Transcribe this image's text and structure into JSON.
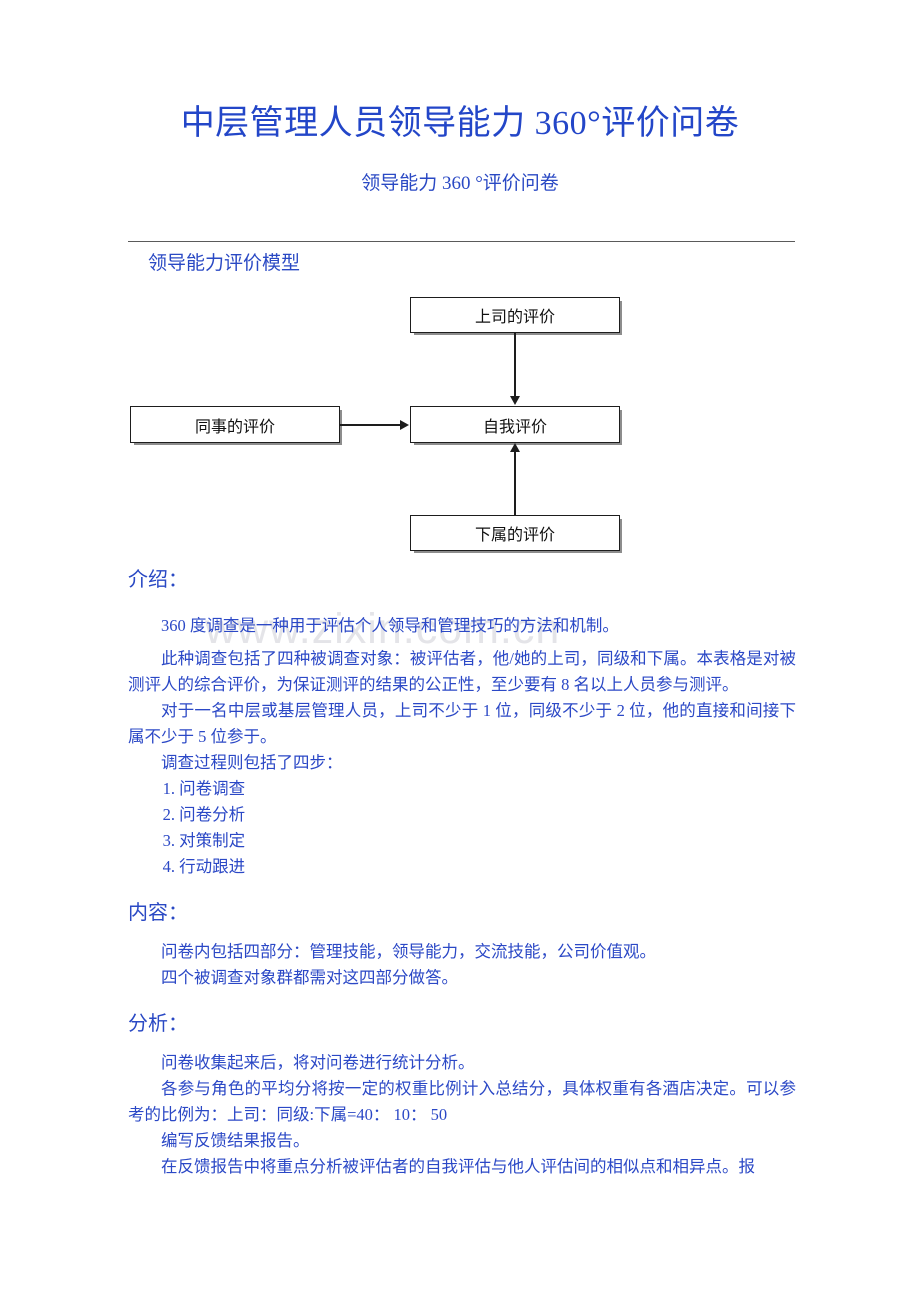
{
  "document": {
    "title": "中层管理人员领导能力 360°评价问卷",
    "subtitle": "领导能力 360 °评价问卷",
    "watermark": "www.zixin.com.cn"
  },
  "colors": {
    "heading_blue": "#2346c8",
    "body_blue": "#2b48c6",
    "node_border": "#1d1d1d",
    "node_shadow": "#8d8d8d",
    "rule": "#5a5a5a",
    "watermark": "#e4e4e8"
  },
  "model_section": {
    "heading": "领导能力评价模型",
    "diagram": {
      "nodes": [
        {
          "id": "boss",
          "label": "上司的评价",
          "position": "top"
        },
        {
          "id": "peer",
          "label": "同事的评价",
          "position": "left"
        },
        {
          "id": "self",
          "label": "自我评价",
          "position": "center"
        },
        {
          "id": "sub",
          "label": "下属的评价",
          "position": "bottom"
        }
      ],
      "edges": [
        {
          "from": "boss",
          "to": "self",
          "direction": "down"
        },
        {
          "from": "peer",
          "to": "self",
          "direction": "right"
        },
        {
          "from": "sub",
          "to": "self",
          "direction": "up"
        }
      ]
    }
  },
  "sections": {
    "intro": {
      "title": "介绍：",
      "p1": "360 度调查是一种用于评估个人领导和管理技巧的方法和机制。",
      "p2": "此种调查包括了四种被调查对象：被评估者，他/她的上司，同级和下属。本表格是对被测评人的综合评价，为保证测评的结果的公正性，至少要有 8 名以上人员参与测评。",
      "p3": "对于一名中层或基层管理人员，上司不少于 1 位，同级不少于 2 位，他的直接和间接下属不少于 5 位参于。",
      "p4": "调查过程则包括了四步：",
      "steps": [
        "1. 问卷调查",
        "2. 问卷分析",
        "3. 对策制定",
        "4. 行动跟进"
      ]
    },
    "content": {
      "title": "内容：",
      "p1": "问卷内包括四部分：管理技能，领导能力，交流技能，公司价值观。",
      "p2": "四个被调查对象群都需对这四部分做答。"
    },
    "analysis": {
      "title": "分析：",
      "p1": "问卷收集起来后，将对问卷进行统计分析。",
      "p2": "各参与角色的平均分将按一定的权重比例计入总结分，具体权重有各酒店决定。可以参考的比例为：上司：同级:下属=40： 10： 50",
      "p3": "编写反馈结果报告。",
      "p4": "在反馈报告中将重点分析被评估者的自我评估与他人评估间的相似点和相异点。报"
    }
  }
}
